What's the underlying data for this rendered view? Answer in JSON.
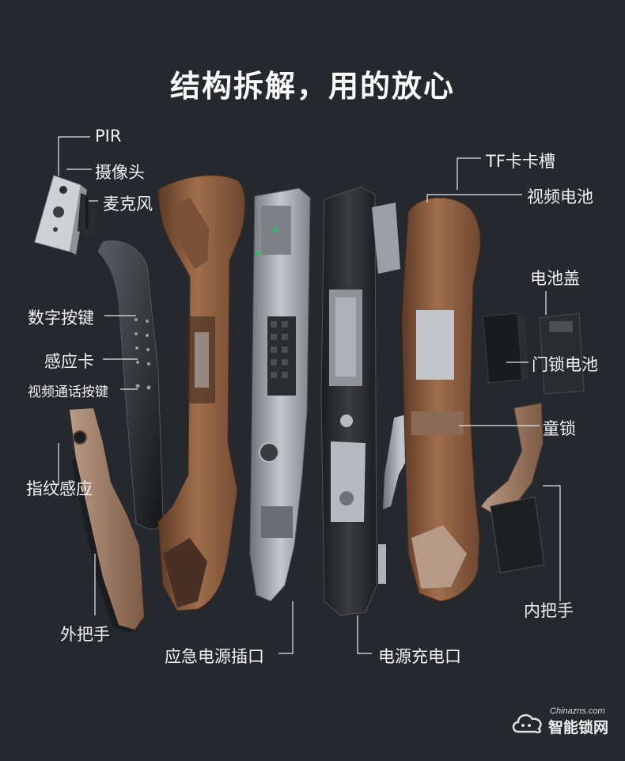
{
  "title": "结构拆解，用的放心",
  "labels": {
    "pir": "PIR",
    "camera": "摄像头",
    "microphone": "麦克风",
    "keypad": "数字按键",
    "card_sensor": "感应卡",
    "video_call_button": "视频通话按键",
    "fingerprint": "指纹感应",
    "outer_handle": "外把手",
    "emergency_power_port": "应急电源插口",
    "power_charge_port": "电源充电口",
    "tf_slot": "TF卡卡槽",
    "video_battery": "视频电池",
    "battery_cover": "电池盖",
    "door_lock_battery": "门锁电池",
    "child_lock": "童锁",
    "inner_handle": "内把手"
  },
  "watermark": {
    "url": "Chinazns.com",
    "name": "智能锁网"
  },
  "colors": {
    "background": "#25282c",
    "bronze": "#8a5a3c",
    "silver": "#9aa0a6",
    "line": "#e8e8e8"
  }
}
